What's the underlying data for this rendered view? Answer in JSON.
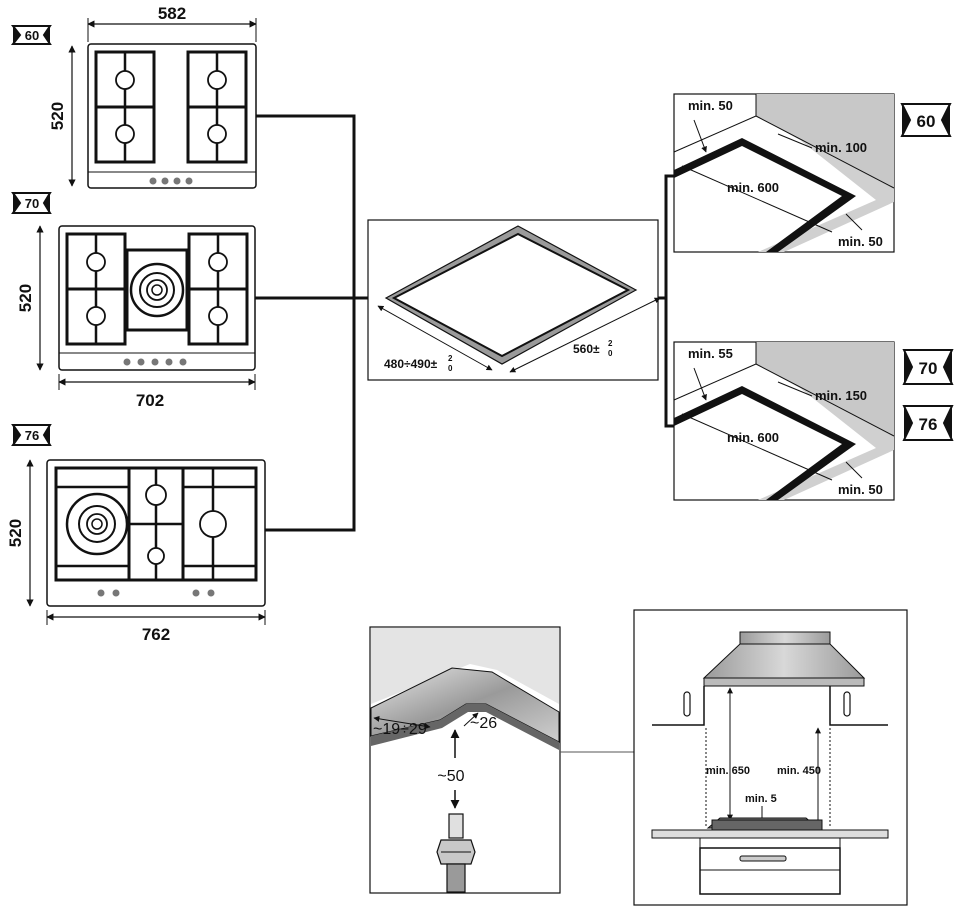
{
  "hob_60": {
    "badge": "60",
    "width": "582",
    "depth": "520"
  },
  "hob_70": {
    "badge": "70",
    "width": "702",
    "depth": "520"
  },
  "hob_76": {
    "badge": "76",
    "width": "762",
    "depth": "520"
  },
  "cutout": {
    "depth_label": "480÷490±",
    "depth_tol_top": "2",
    "depth_tol_bottom": "0",
    "width_label": "560±",
    "width_tol_top": "2",
    "width_tol_bottom": "0"
  },
  "clearance_60": {
    "badge": "60",
    "back": "min. 50",
    "side_wall": "min. 100",
    "cutout_width": "min. 600",
    "front": "min. 50"
  },
  "clearance_70_76": {
    "badge_a": "70",
    "badge_b": "76",
    "back": "min. 55",
    "side_wall": "min. 150",
    "cutout_width": "min. 600",
    "front": "min. 50"
  },
  "corner_detail": {
    "left": "~19÷29",
    "right": "~26",
    "gas_pipe": "~50"
  },
  "hood_detail": {
    "hood_height": "min. 650",
    "cabinet_height": "min. 450",
    "gap": "min. 5"
  }
}
